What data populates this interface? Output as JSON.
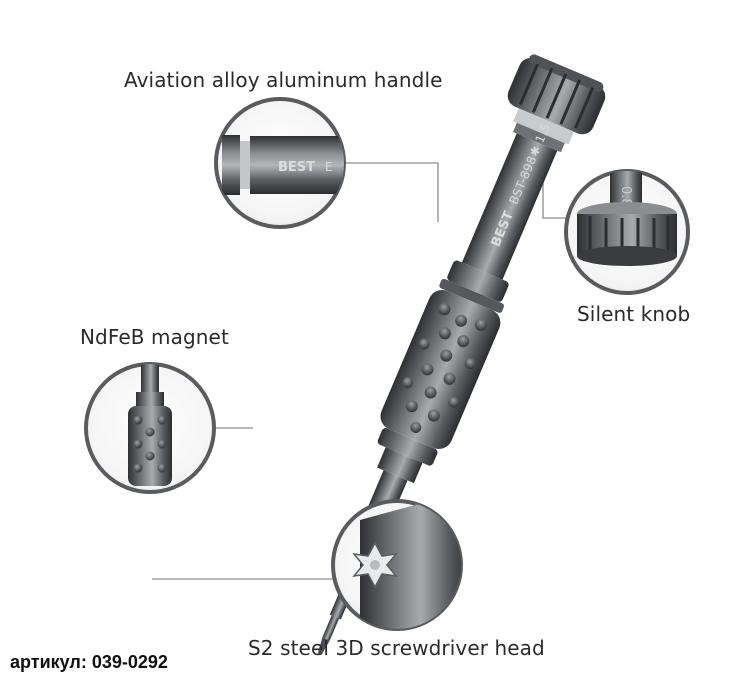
{
  "callouts": {
    "handle": "Aviation alloy aluminum handle",
    "knob": "Silent knob",
    "magnet": "NdFeB magnet",
    "head": "S2 steel 3D screwdriver head"
  },
  "imprint": {
    "brand": "BEST",
    "model": "BST-898",
    "size": "✱ 1.5",
    "detail_letter": "E",
    "knob_marking": "0.8"
  },
  "footer": {
    "article": "артикул: 039-0292"
  },
  "colors": {
    "metal_dark": "#3d3f42",
    "metal_mid": "#6b6e72",
    "metal_light": "#b9bcbf",
    "leader_line": "#8c8c8c",
    "background": "#ffffff"
  },
  "icons": [
    "screwdriver-icon",
    "hex-star-tip-icon",
    "knurled-grip-icon"
  ]
}
